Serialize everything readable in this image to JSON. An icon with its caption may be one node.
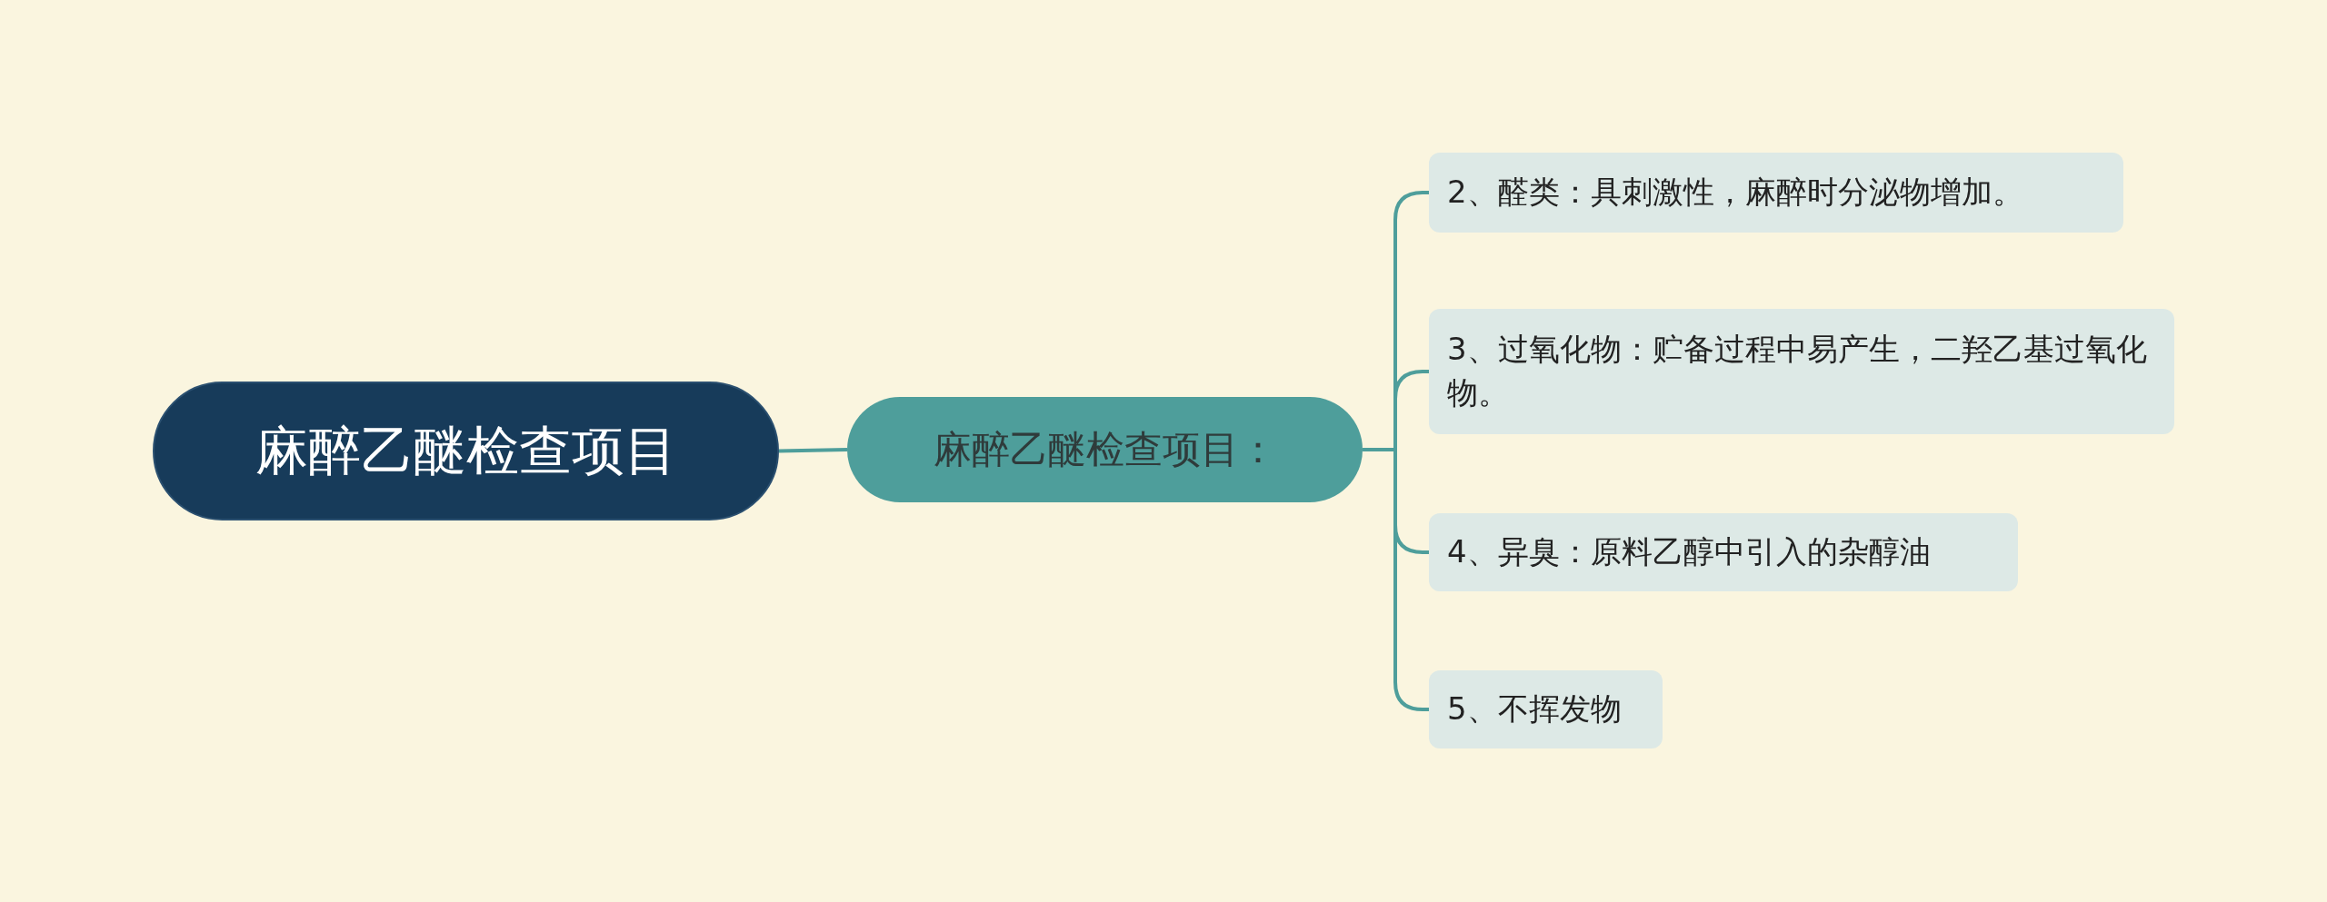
{
  "diagram": {
    "nodes": [
      {
        "text": [
          "麻醉乙醚检查项目"
        ]
      },
      {
        "text": [
          "麻醉乙醚检查项目："
        ]
      },
      {
        "text": [
          "2、醛类：具刺激性，麻醉时分泌物增加。"
        ]
      },
      {
        "text": [
          "3、过氧化物：贮备过程中易产生，二羟乙基过氧化物。"
        ]
      },
      {
        "text": [
          "4、异臭：原料乙醇中引入的杂醇油"
        ]
      },
      {
        "text": [
          "5、不挥发物"
        ]
      }
    ],
    "edges": [
      {
        "from": 0,
        "to": 1,
        "arrow": "none"
      },
      {
        "from": 1,
        "to": 2,
        "arrow": "none"
      },
      {
        "from": 1,
        "to": 3,
        "arrow": "none"
      },
      {
        "from": 1,
        "to": 4,
        "arrow": "none"
      },
      {
        "from": 1,
        "to": 5,
        "arrow": "none"
      }
    ]
  }
}
